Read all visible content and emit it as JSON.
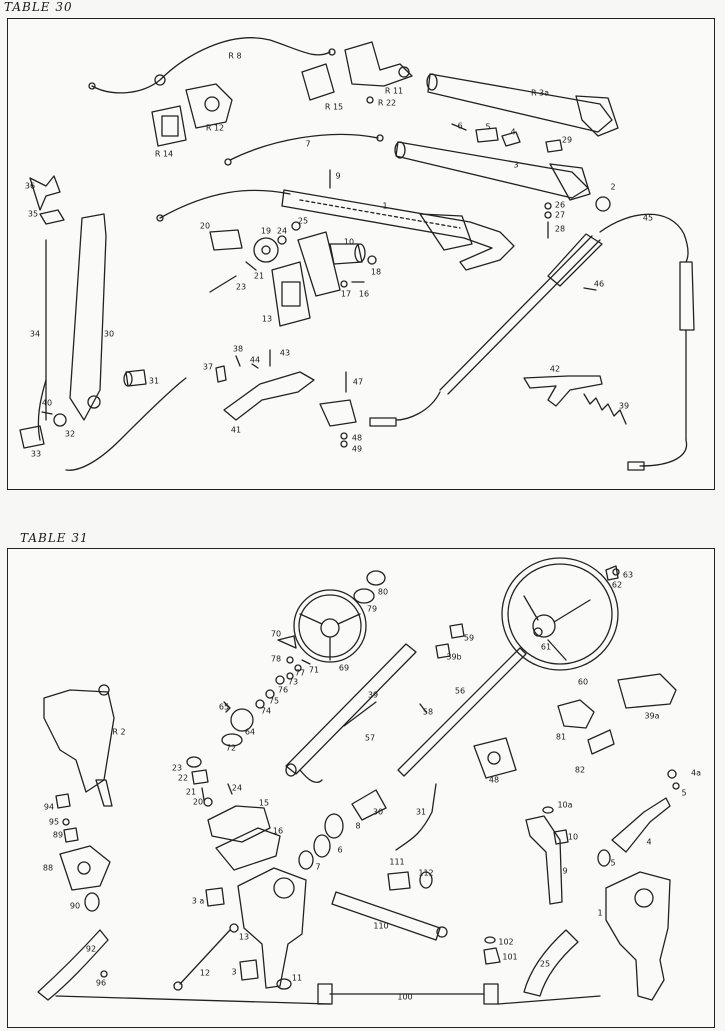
{
  "table_30": {
    "title": "TABLE 30",
    "labels": {
      "r8": "R 8",
      "r12": "R 12",
      "r14": "R 14",
      "r15": "R 15",
      "r11": "R 11",
      "r22": "R 22",
      "r3a": "R 3a",
      "p6": "6",
      "p5": "5",
      "p4": "4",
      "p29": "29",
      "p7": "7",
      "p3": "3",
      "p36": "36",
      "p9": "9",
      "p2": "2",
      "p1": "1",
      "p26": "26",
      "p27": "27",
      "p35": "35",
      "p45": "45",
      "p20": "20",
      "p25": "25",
      "p19": "19",
      "p24": "24",
      "p10": "10",
      "p28": "28",
      "p18": "18",
      "p21": "21",
      "p23": "23",
      "p17": "17",
      "p16": "16",
      "p46": "46",
      "p13": "13",
      "p34": "34",
      "p30": "30",
      "p38": "38",
      "p43": "43",
      "p44": "44",
      "p37": "37",
      "p31": "31",
      "p42": "42",
      "p47": "47",
      "p40": "40",
      "p39": "39",
      "p32": "32",
      "p41": "41",
      "p48": "48",
      "p33": "33",
      "p49": "49"
    }
  },
  "table_31": {
    "title": "TABLE 31",
    "labels": {
      "p80": "80",
      "p63": "63",
      "p62": "62",
      "p79": "79",
      "p59": "59",
      "p70": "70",
      "p61": "61",
      "p78": "78",
      "p77": "77",
      "p71": "71",
      "p39b": "39b",
      "p69": "69",
      "p76": "76",
      "p73": "73",
      "p39": "39",
      "p56": "56",
      "p60": "60",
      "p65": "65",
      "p75": "75",
      "p74": "74",
      "p58": "58",
      "p39a": "39a",
      "r2": "R 2",
      "p64": "64",
      "p57": "57",
      "p81": "81",
      "p72": "72",
      "p48": "48",
      "p23": "23",
      "p22": "22",
      "p24": "24",
      "p82": "82",
      "p4a": "4a",
      "p21": "21",
      "p20": "20",
      "p15": "15",
      "p30": "30",
      "p31": "31",
      "p5a": "5",
      "p94": "94",
      "p95": "95",
      "p89": "89",
      "p8": "8",
      "p10a": "10a",
      "p16": "16",
      "p10": "10",
      "p4": "4",
      "p6": "6",
      "p88": "88",
      "p7": "7",
      "p5b": "5",
      "p111": "111",
      "p112": "112",
      "p9": "9",
      "p3a": "3 a",
      "p90": "90",
      "p1": "1",
      "p110": "110",
      "p13": "13",
      "p92": "92",
      "p102": "102",
      "p101": "101",
      "p12": "12",
      "p3": "3",
      "p96": "96",
      "p11": "11",
      "p25": "25",
      "p100": "100"
    }
  }
}
